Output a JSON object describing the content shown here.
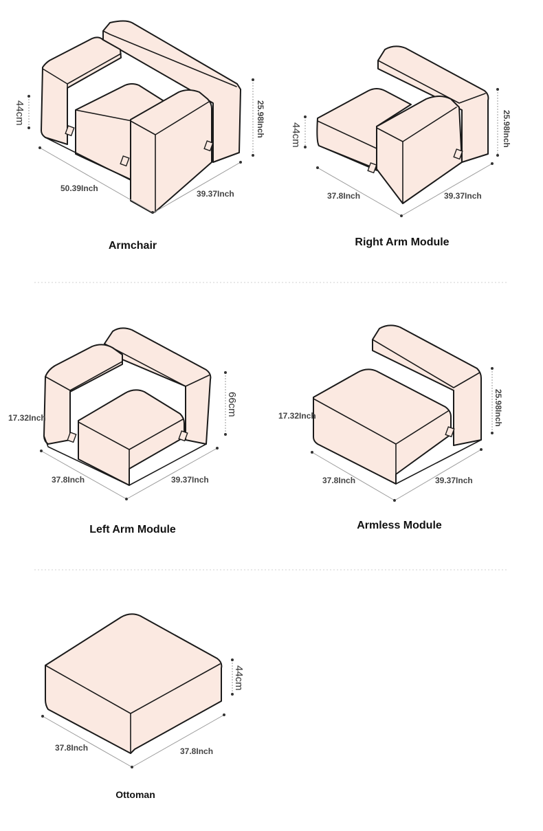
{
  "colors": {
    "sofa_fill": "#fbe9e1",
    "outline": "#1a1a1a",
    "dimension_line": "#9a9a9a"
  },
  "modules": [
    {
      "name": "Armchair",
      "dims": {
        "width": "50.39Inch",
        "depth": "39.37Inch",
        "seat_height": "44cm",
        "total_height": "25.98Inch"
      }
    },
    {
      "name": "Right Arm Module",
      "dims": {
        "width": "37.8Inch",
        "depth": "39.37Inch",
        "seat_height": "44cm",
        "total_height": "25.98Inch"
      }
    },
    {
      "name": "Left Arm Module",
      "dims": {
        "width": "37.8Inch",
        "depth": "39.37Inch",
        "seat_height": "17.32Inch",
        "total_height": "66cm"
      }
    },
    {
      "name": "Armless Module",
      "dims": {
        "width": "37.8Inch",
        "depth": "39.37Inch",
        "seat_height": "17.32Inch",
        "total_height": "25.98Inch"
      }
    },
    {
      "name": "Ottoman",
      "dims": {
        "width": "37.8Inch",
        "depth": "37.8Inch",
        "height": "44cm"
      }
    }
  ]
}
